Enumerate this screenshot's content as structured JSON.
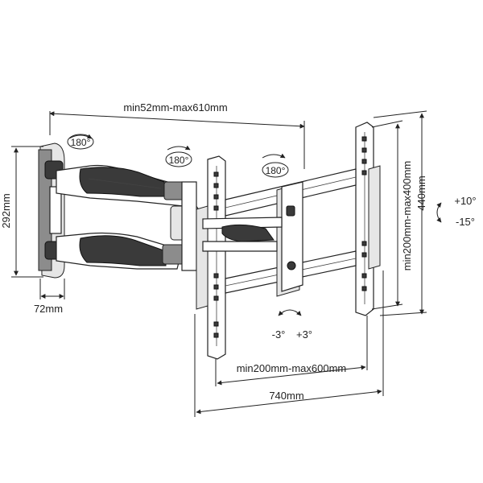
{
  "dimensions": {
    "arm_extension": "min52mm-max610mm",
    "height_wallplate": "292mm",
    "depth_wallplate": "72mm",
    "vesa_horizontal": "min200mm-max600mm",
    "overall_width": "740mm",
    "vesa_vertical": "min200mm-max400mm",
    "overall_height": "440mm"
  },
  "rotations": {
    "swivel_1": "180°",
    "swivel_2": "180°",
    "swivel_3": "180°",
    "level_left": "-3°",
    "level_right": "+3°",
    "tilt_up": "+10°",
    "tilt_down": "-15°"
  }
}
